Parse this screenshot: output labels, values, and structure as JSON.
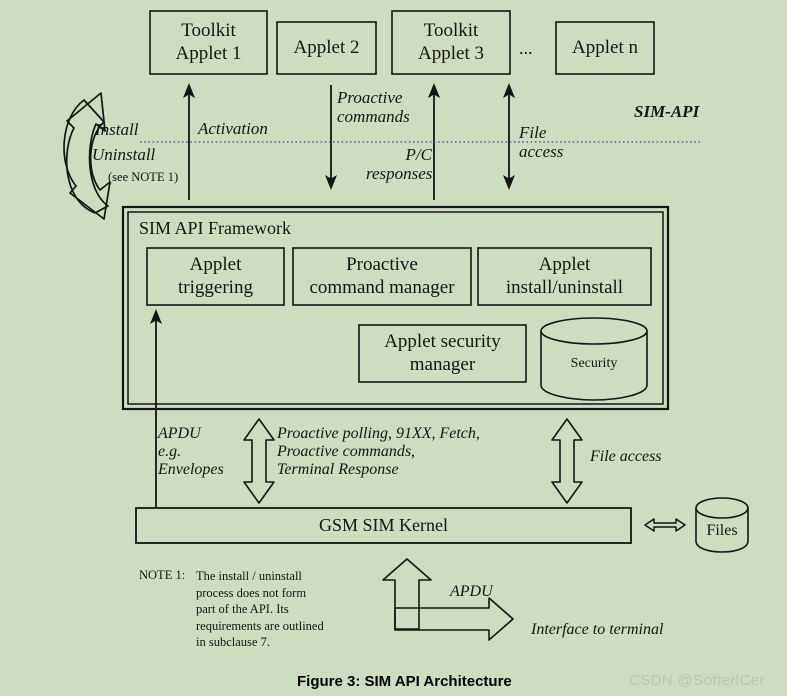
{
  "figure": {
    "caption": "Figure 3: SIM API Architecture",
    "watermark": "CSDN @SofterlCer",
    "background_color": "#cedcc0",
    "line_color": "#151515",
    "dotted_line_color": "#5a63a8"
  },
  "applets": [
    {
      "label": "Toolkit\nApplet 1"
    },
    {
      "label": "Applet 2"
    },
    {
      "label": "Toolkit\nApplet 3"
    },
    {
      "label": "Applet n"
    }
  ],
  "ellipsis": "...",
  "interface_labels": {
    "sim_api": "SIM-API",
    "install": "Install",
    "uninstall": "Uninstall",
    "see_note": "(see NOTE 1)",
    "activation": "Activation",
    "proactive_commands": "Proactive\ncommands",
    "pc_responses": "P/C\nresponses",
    "file_access_top": "File\naccess"
  },
  "framework": {
    "title": "SIM API Framework",
    "modules": [
      {
        "label": "Applet\ntriggering"
      },
      {
        "label": "Proactive\ncommand manager"
      },
      {
        "label": "Applet\ninstall/uninstall"
      },
      {
        "label": "Applet security\nmanager"
      }
    ],
    "security_store": "Security"
  },
  "kernel": {
    "label": "GSM SIM Kernel",
    "files_store": "Files"
  },
  "lower_labels": {
    "apdu_envelopes": "APDU\ne.g.\nEnvelopes",
    "proactive_block": "Proactive polling, 91XX, Fetch,\nProactive commands,\nTerminal Response",
    "file_access": "File access",
    "apdu": "APDU",
    "interface_to_terminal": "Interface to terminal"
  },
  "note": {
    "header": "NOTE 1:",
    "body": "The install / uninstall\nprocess does not form\npart of the API. Its\nrequirements are outlined\nin subclause 7."
  }
}
